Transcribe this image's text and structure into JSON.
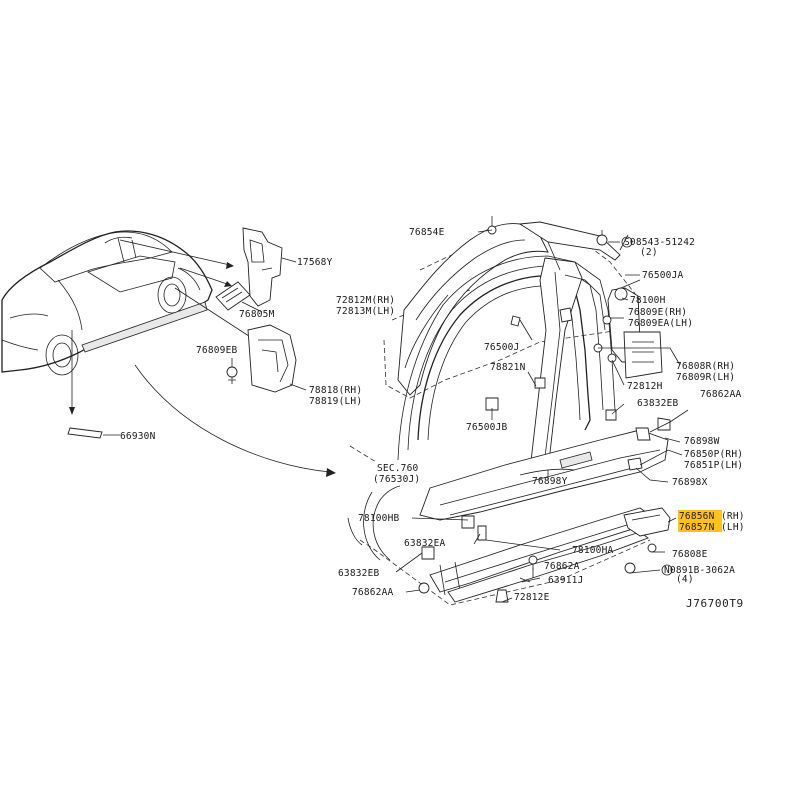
{
  "diagram": {
    "code": "J76700T9",
    "highlight_color": "#ffc21a",
    "labels": {
      "p66930N": "66930N",
      "p17568Y": "17568Y",
      "p76805M": "76805M",
      "p76809EB": "76809EB",
      "p78818RH": "78818(RH)",
      "p78819LH": "78819(LH)",
      "p76854E": "76854E",
      "p08543": "S08543-51242",
      "p08543q": "(2)",
      "p76500JA": "76500JA",
      "p72812MRH": "72812M(RH)",
      "p72813MLH": "72813M(LH)",
      "p78100H": "78100H",
      "p76809ERH": "76809E(RH)",
      "p76809EALH": "76809EA(LH)",
      "p76500J": "76500J",
      "p76808RRH": "76808R(RH)",
      "p76809RLH": "76809R(LH)",
      "p78821N": "78821N",
      "p72812H": "72812H",
      "p76862AA_top": "76862AA",
      "p63832EB_top": "63832EB",
      "p76500JB": "76500JB",
      "p76898W": "76898W",
      "p76850PRH": "76850P(RH)",
      "p76851PLH": "76851P(LH)",
      "pSEC760": "SEC.760",
      "pSEC760sub": "(76530J)",
      "p76898Y": "76898Y",
      "p76898X": "76898X",
      "p78100HB": "78100HB",
      "p76856NRH_code": "76856N",
      "p76856NRH_side": "(RH)",
      "p76857NLH_code": "76857N",
      "p76857NLH_side": "(LH)",
      "p63832EA": "63832EA",
      "p78100HA": "78100HA",
      "p76808E": "76808E",
      "p63832EB_bot": "63832EB",
      "p76862A": "76862A",
      "p0891B": "N0891B-3062A",
      "p0891Bq": "(4)",
      "p63911J": "63911J",
      "p76862AA_bot": "76862AA",
      "p72812E": "72812E"
    }
  }
}
